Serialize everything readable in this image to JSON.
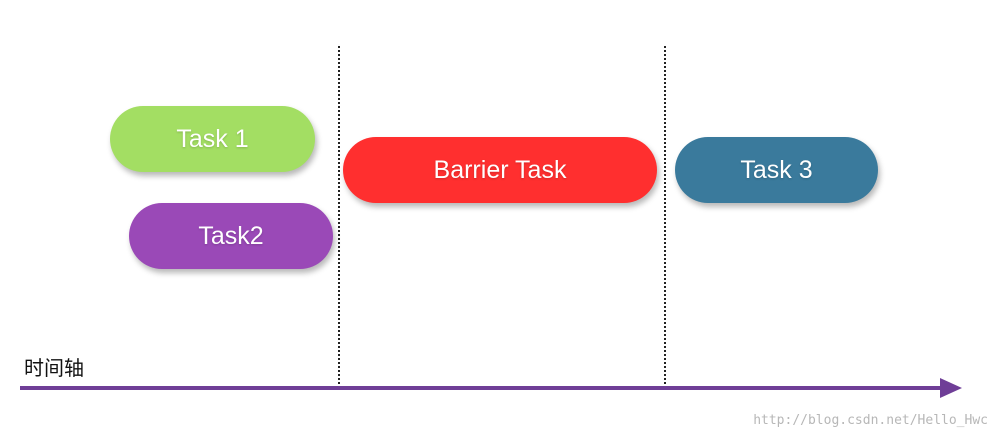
{
  "tasks": [
    {
      "id": "task-1",
      "label": "Task 1",
      "color": "#a3de63"
    },
    {
      "id": "task-2",
      "label": "Task2",
      "color": "#9a49b7"
    },
    {
      "id": "task-barrier",
      "label": "Barrier Task",
      "color": "#ff2f2f"
    },
    {
      "id": "task-3",
      "label": "Task 3",
      "color": "#3a7a9c"
    }
  ],
  "timeline": {
    "label": "时间轴",
    "color": "#6f3e97"
  },
  "divider_style": "dotted",
  "watermark": "http://blog.csdn.net/Hello_Hwc"
}
